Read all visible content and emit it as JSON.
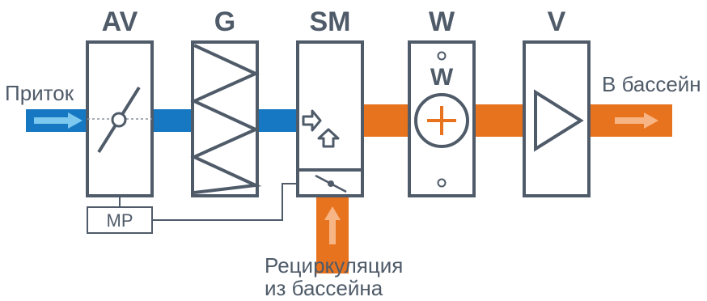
{
  "colors": {
    "outline": "#4f5b69",
    "inlet_duct": "#1678c2",
    "inlet_arrow": "#7cc8ee",
    "supply_duct": "#e8731e",
    "supply_arrow": "#f7b585"
  },
  "labels": {
    "inlet": "Приток",
    "outlet": "В бассейн",
    "recirculation_line1": "Рециркуляция",
    "recirculation_line2": "из бассейна",
    "actuator": "MP"
  },
  "components": [
    {
      "id": "av",
      "code": "AV",
      "icon": "damper-blade-icon"
    },
    {
      "id": "g",
      "code": "G",
      "icon": "filter-zigzag-icon"
    },
    {
      "id": "sm",
      "code": "SM",
      "icon": "mixing-arrows-icon"
    },
    {
      "id": "w",
      "code": "W",
      "icon": "heater-plus-icon",
      "inner_label": "W"
    },
    {
      "id": "v",
      "code": "V",
      "icon": "fan-triangle-icon"
    }
  ]
}
